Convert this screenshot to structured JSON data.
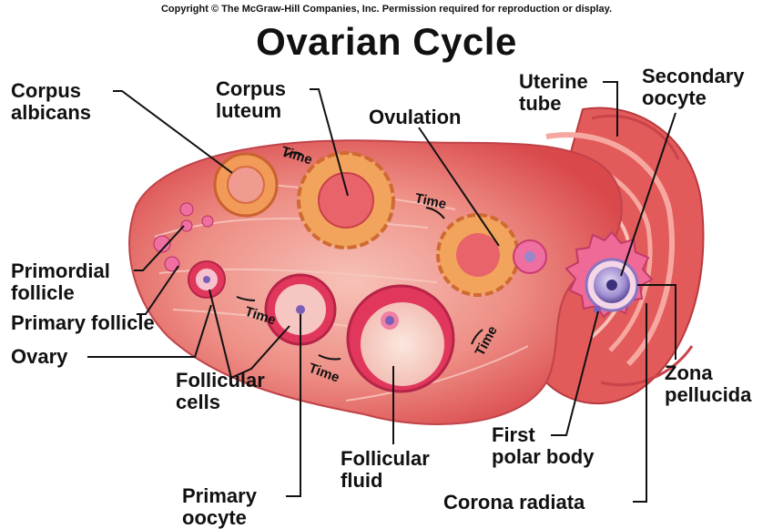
{
  "copyright": "Copyright © The McGraw-Hill Companies, Inc. Permission required for reproduction or display.",
  "title": "Ovarian Cycle",
  "labels": {
    "corpus_albicans": "Corpus\nalbicans",
    "corpus_luteum": "Corpus\nluteum",
    "ovulation": "Ovulation",
    "uterine_tube": "Uterine\ntube",
    "secondary_oocyte": "Secondary\noocyte",
    "primordial_follicle": "Primordial\nfollicle",
    "primary_follicle": "Primary follicle",
    "ovary": "Ovary",
    "follicular_cells": "Follicular\ncells",
    "follicular_fluid": "Follicular\nfluid",
    "primary_oocyte": "Primary\noocyte",
    "first_polar_body": "First\npolar body",
    "zona_pellucida": "Zona\npellucida",
    "corona_radiata": "Corona radiata"
  },
  "time_label": "Time",
  "colors": {
    "ovary_base": "#e96a6a",
    "ovary_light": "#f6b1a8",
    "tube": "#e25656",
    "luteum": "#f2a25a",
    "follicle_rim": "#d42c55",
    "follicle_pink": "#f27fa5",
    "fluid": "#f7d6cc",
    "oocyte": "#9a86c9",
    "leader": "#111111"
  }
}
